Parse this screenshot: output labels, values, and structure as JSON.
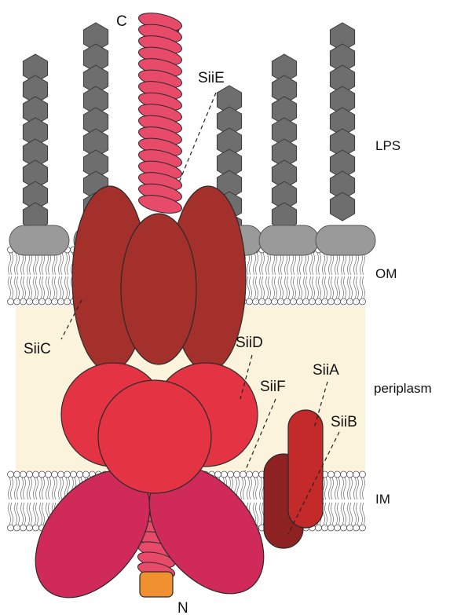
{
  "colors": {
    "periplasm": "#fcf3dc",
    "lps_hex": "#6e6e6e",
    "lipid_head": "#ffffff",
    "om_cap": "#9a9a9a",
    "siie": "#e84a6a",
    "siic": "#a3302a",
    "siid": "#e43444",
    "siif": "#d02a5a",
    "siia": "#c42a2a",
    "siib": "#8e2222",
    "n_cap": "#f09030"
  },
  "layers": {
    "lps": "LPS",
    "om": "OM",
    "periplasm": "periplasm",
    "im": "IM"
  },
  "proteins": {
    "siie": "SiiE",
    "siic": "SiiC",
    "siid": "SiiD",
    "siif": "SiiF",
    "siia": "SiiA",
    "siib": "SiiB"
  },
  "termini": {
    "c": "C",
    "n": "N"
  }
}
